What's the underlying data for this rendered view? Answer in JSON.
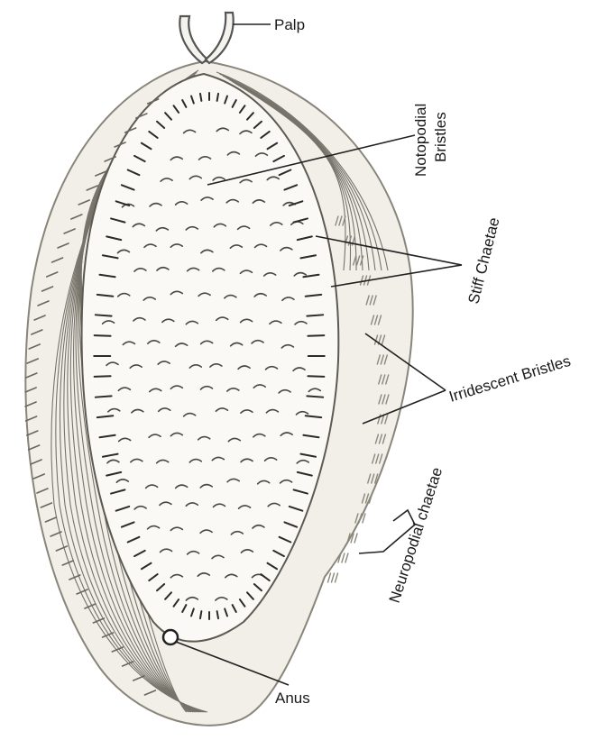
{
  "labels": {
    "palp": "Palp",
    "notopodial_line1": "Notopodial",
    "notopodial_line2": "Bristles",
    "stiff_chaetae": "Stiff Chaetae",
    "irridescent_bristles": "Irridescent Bristles",
    "neuropodial_chaetae": "Neuropodial chaetae",
    "anus": "Anus"
  }
}
